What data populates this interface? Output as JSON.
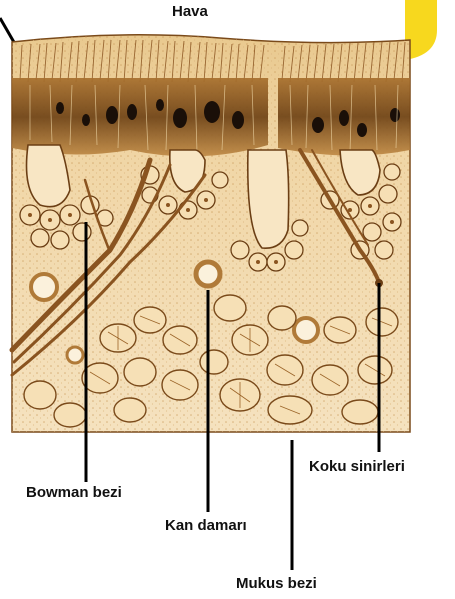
{
  "labels": {
    "air": "Hava",
    "bowman_gland": "Bowman bezi",
    "blood_vessel": "Kan damarı",
    "mucus_gland": "Mukus bezi",
    "olfactory_nerves": "Koku sinirleri"
  },
  "colors": {
    "tissue_light": "#f3dcb0",
    "tissue_mid": "#dcae6b",
    "tissue_dark": "#8a5420",
    "outline": "#6b3e14",
    "nucleus": "#1a0f08",
    "accent_yellow": "#f7d81e",
    "leader_line": "#000000"
  }
}
